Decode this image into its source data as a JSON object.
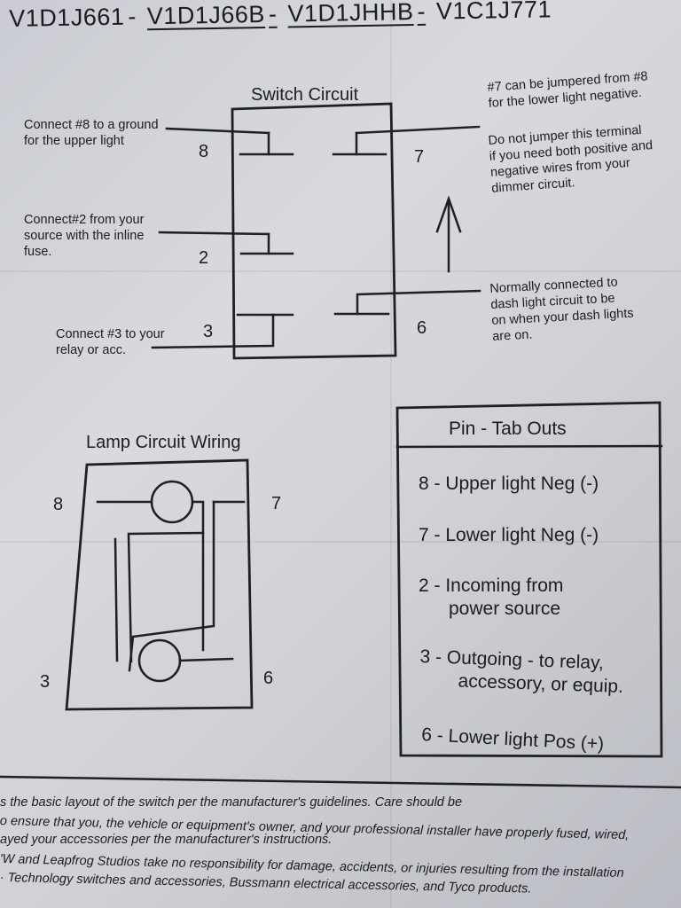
{
  "title": {
    "part1": "V1D1J661",
    "sep1": "-",
    "part2": "V1D1J66B",
    "sep2": "-",
    "part3": "V1D1JHHB",
    "sep3": "-",
    "part4": "V1C1J771"
  },
  "switch_circuit": {
    "heading": "Switch Circuit",
    "pins": {
      "p8": "8",
      "p7": "7",
      "p2": "2",
      "p3": "3",
      "p6": "6"
    },
    "notes": {
      "n8": [
        "Connect #8 to a ground",
        "for the upper light"
      ],
      "n2": [
        "Connect#2 from your",
        "source with the inline",
        "fuse."
      ],
      "n3": [
        "Connect #3 to your",
        "relay or acc."
      ],
      "n7a": [
        "#7 can be jumpered from #8",
        "for the lower light negative."
      ],
      "n7b": [
        "Do not jumper this terminal",
        "if you need both positive and",
        "negative wires from your",
        "dimmer circuit."
      ],
      "n6": [
        "Normally connected to",
        "dash light circuit to be",
        "on when your dash lights",
        "are on."
      ]
    }
  },
  "lamp_circuit": {
    "heading": "Lamp Circuit Wiring",
    "pins": {
      "p8": "8",
      "p7": "7",
      "p3": "3",
      "p6": "6"
    }
  },
  "pin_tab_outs": {
    "heading": "Pin - Tab Outs",
    "items": [
      [
        "8 - Upper light Neg (-)"
      ],
      [
        "7 - Lower light Neg (-)"
      ],
      [
        "2 - Incoming from",
        "power source"
      ],
      [
        "3 - Outgoing - to relay,",
        "accessory, or equip."
      ],
      [
        "6 - Lower light Pos (+)"
      ]
    ]
  },
  "footer": [
    "s the basic layout of the switch per the manufacturer's guidelines.  Care should be",
    "o ensure that you, the vehicle or equipment's owner, and your professional installer have properly fused, wired,",
    "ayed your accessories per the manufacturer's instructions.",
    "'W and Leapfrog Studios take no responsibility for damage, accidents, or injuries resulting from the installation",
    "· Technology switches and accessories, Bussmann electrical accessories, and Tyco products."
  ]
}
